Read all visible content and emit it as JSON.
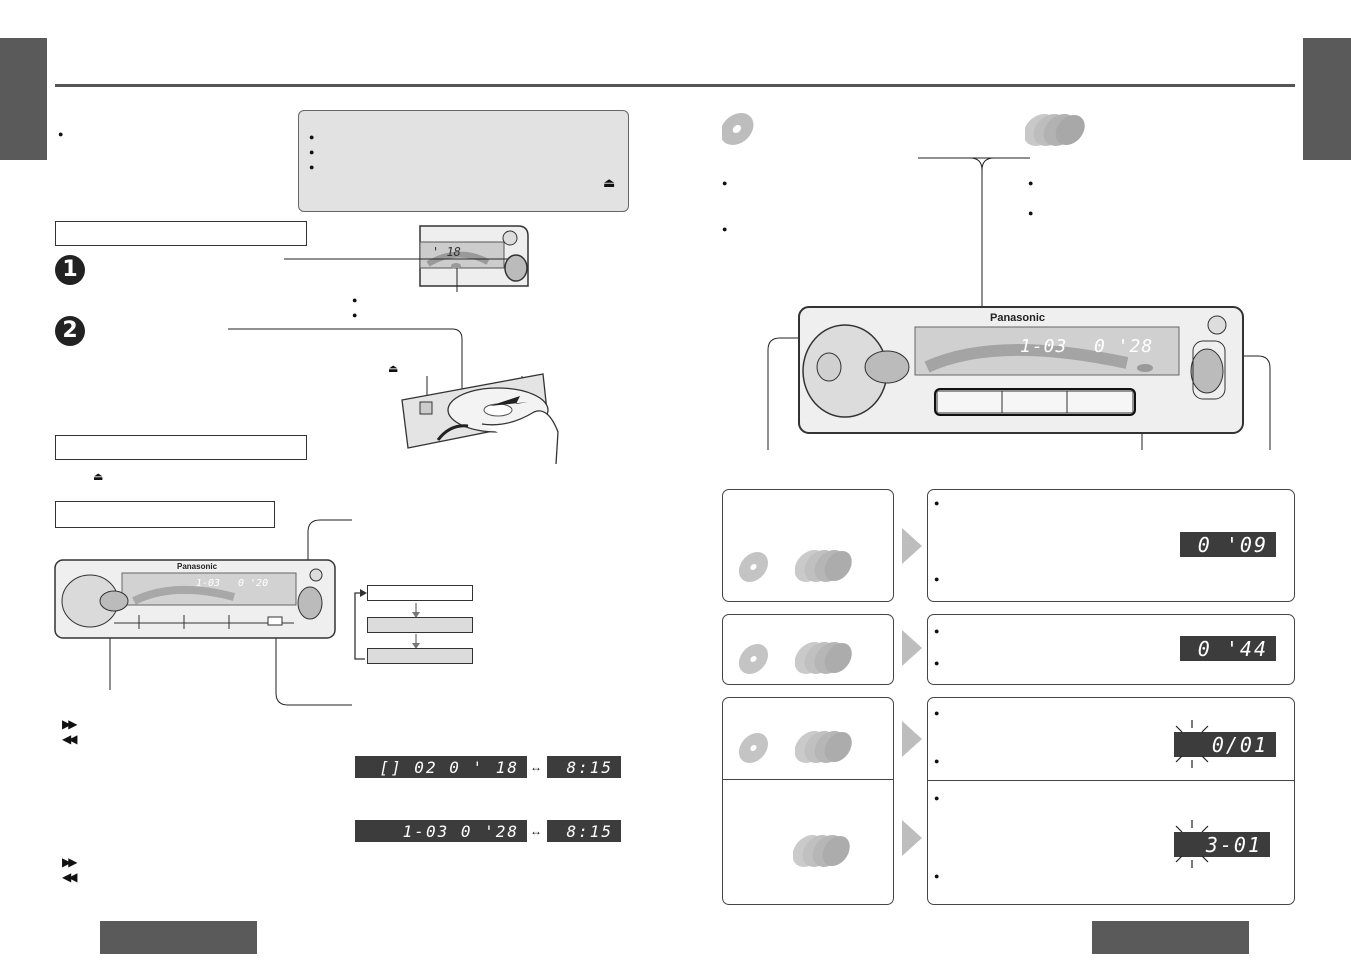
{
  "brand": "Panasonic",
  "eject_symbol": "⏏",
  "steps": [
    "1",
    "2"
  ],
  "front_display": {
    "track": "1-03",
    "time": "0 '28"
  },
  "small_unit_display": {
    "track": "1-03",
    "time": "0 '20"
  },
  "insert_display": "' 18",
  "displays": {
    "cd_row": {
      "main": "[]  02  0 ' 18",
      "clock": "8:15"
    },
    "changer_row": {
      "main": "1-03  0 '28",
      "clock": "8:15"
    }
  },
  "panel_displays": {
    "p1": "0 '09",
    "p2": "0 '44",
    "p3": "0/01",
    "p4": "3-01"
  },
  "buttons": {
    "fast_forward": "▶▶",
    "rewind": "◀◀"
  },
  "colors": {
    "tab": "#5a5a5a",
    "note_bg": "#e2e2e2",
    "lcd": "#3c3c3c",
    "disc_icon": "#bdbdbd"
  }
}
